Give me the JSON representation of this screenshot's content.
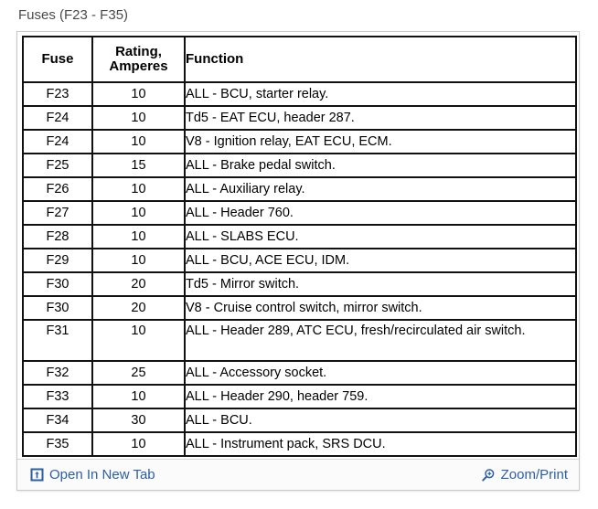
{
  "caption": "Fuses (F23 - F35)",
  "table": {
    "columns": [
      {
        "key": "fuse",
        "label": "Fuse"
      },
      {
        "key": "rating",
        "label": "Rating,\nAmperes",
        "label_line1": "Rating,",
        "label_line2": "Amperes"
      },
      {
        "key": "function",
        "label": "Function"
      }
    ],
    "rows": [
      {
        "fuse": "F23",
        "rating": "10",
        "function": "ALL - BCU, starter relay."
      },
      {
        "fuse": "F24",
        "rating": "10",
        "function": "Td5 - EAT ECU, header 287."
      },
      {
        "fuse": "F24",
        "rating": "10",
        "function": "V8 - Ignition relay, EAT ECU, ECM."
      },
      {
        "fuse": "F25",
        "rating": "15",
        "function": "ALL - Brake pedal switch."
      },
      {
        "fuse": "F26",
        "rating": "10",
        "function": "ALL - Auxiliary relay."
      },
      {
        "fuse": "F27",
        "rating": "10",
        "function": "ALL - Header 760."
      },
      {
        "fuse": "F28",
        "rating": "10",
        "function": "ALL - SLABS ECU."
      },
      {
        "fuse": "F29",
        "rating": "10",
        "function": "ALL - BCU, ACE ECU, IDM."
      },
      {
        "fuse": "F30",
        "rating": "20",
        "function": "Td5 - Mirror switch."
      },
      {
        "fuse": "F30",
        "rating": "20",
        "function": "V8 - Cruise control switch, mirror switch."
      },
      {
        "fuse": "F31",
        "rating": "10",
        "function": "ALL - Header 289, ATC ECU, fresh/recirculated air switch.",
        "two_line": true
      },
      {
        "fuse": "F32",
        "rating": "25",
        "function": "ALL - Accessory socket."
      },
      {
        "fuse": "F33",
        "rating": "10",
        "function": "ALL - Header 290, header 759."
      },
      {
        "fuse": "F34",
        "rating": "30",
        "function": "ALL - BCU."
      },
      {
        "fuse": "F35",
        "rating": "10",
        "function": "ALL - Instrument pack, SRS DCU."
      }
    ]
  },
  "footer": {
    "open_in_new_tab": {
      "label": "Open In New Tab",
      "icon": "external-link-icon"
    },
    "zoom_print": {
      "label": "Zoom/Print",
      "icon": "magnifier-plus-icon"
    }
  },
  "colors": {
    "link": "#2b5fa5",
    "caption_text": "#4a4a4a",
    "table_border": "#111111",
    "viewer_border": "#c9c9c9",
    "footer_bg": "#fbfbfb"
  }
}
